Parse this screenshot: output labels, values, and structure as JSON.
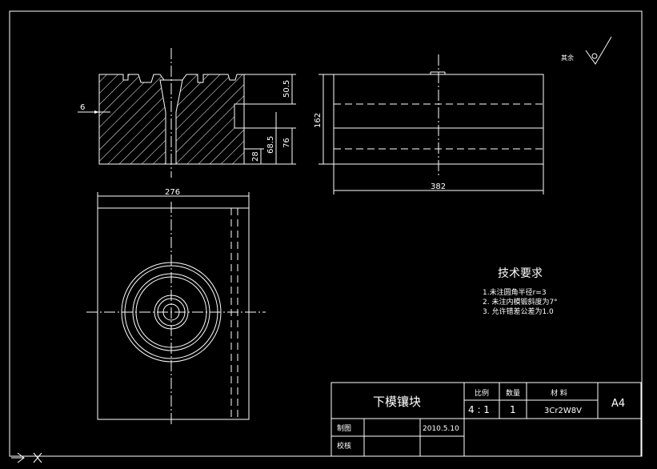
{
  "drawing": {
    "title": "下模镶块",
    "roughness_label": "其余",
    "dimensions": {
      "side_gap": "6",
      "top_depth": "50.5",
      "height_total": "162",
      "mid_height": "68.5",
      "lower_height": "76",
      "bottom_height": "28",
      "width_plan": "276",
      "length_front": "382"
    },
    "tech_requirements": {
      "heading": "技术要求",
      "items": [
        "1.未注圆角半径r=3",
        "2. 未注内模锻斜度为7°",
        "3. 允许错差公差为1.0"
      ]
    },
    "title_block": {
      "part_name": "下模镶块",
      "scale_label": "比例",
      "scale_value": "4 : 1",
      "qty_label": "数量",
      "qty_value": "1",
      "material_label": "材 料",
      "material_value": "3Cr2W8V",
      "sheet_size": "A4",
      "drawn_label": "制图",
      "checked_label": "校核",
      "date": "2010.5.10"
    }
  },
  "colors": {
    "background": "#000000",
    "lines": "#ffffff"
  }
}
